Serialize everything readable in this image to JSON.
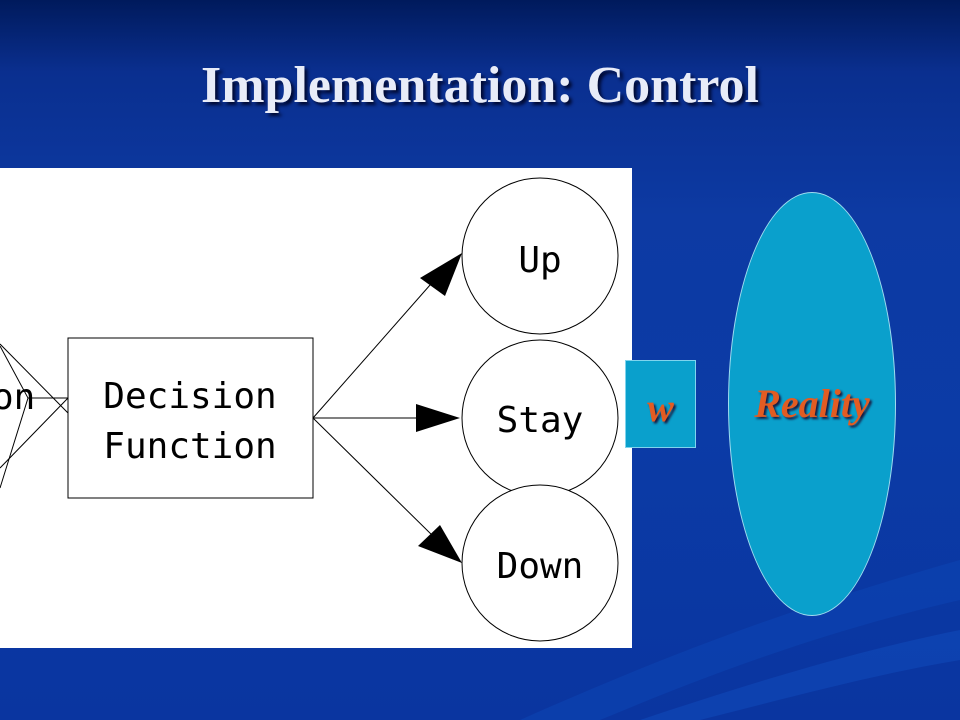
{
  "slide": {
    "title": "Implementation: Control"
  },
  "diagram": {
    "left_node_partial": "on",
    "decision_box": {
      "line1": "Decision",
      "line2": "Function"
    },
    "outcomes": {
      "up": "Up",
      "stay": "Stay",
      "down": "Down"
    }
  },
  "w_box": {
    "label": "w"
  },
  "reality": {
    "label": "Reality"
  },
  "colors": {
    "background": "#0b3ba6",
    "accent_fill": "#0aa0cc",
    "accent_text": "#e25c22"
  }
}
